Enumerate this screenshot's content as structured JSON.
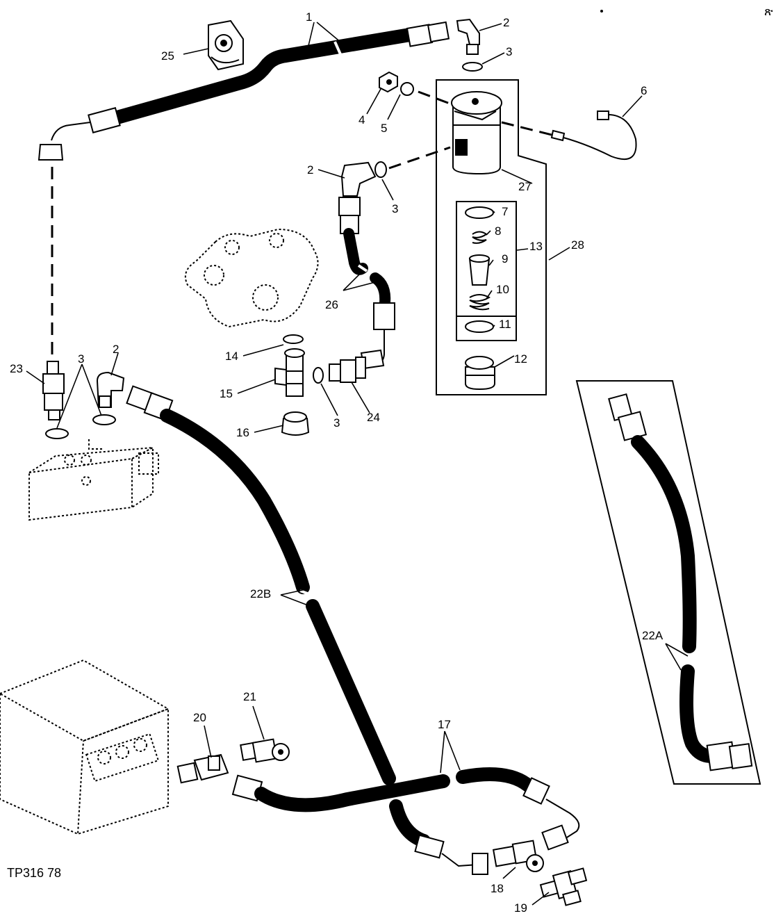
{
  "figure": {
    "code": "TP316 78",
    "corner_mark": "ጽ"
  },
  "labels": {
    "p1": "1",
    "p2a": "2",
    "p2b": "2",
    "p2c": "2",
    "p3a": "3",
    "p3b": "3",
    "p3c": "3",
    "p3d": "3",
    "p4": "4",
    "p5": "5",
    "p6": "6",
    "p7": "7",
    "p8": "8",
    "p9": "9",
    "p10": "10",
    "p11": "11",
    "p12": "12",
    "p13": "13",
    "p14": "14",
    "p15": "15",
    "p16": "16",
    "p17": "17",
    "p18": "18",
    "p19": "19",
    "p20": "20",
    "p21": "21",
    "p22a": "22A",
    "p22b": "22B",
    "p23": "23",
    "p24": "24",
    "p25": "25",
    "p26": "26",
    "p27": "27",
    "p28": "28"
  }
}
